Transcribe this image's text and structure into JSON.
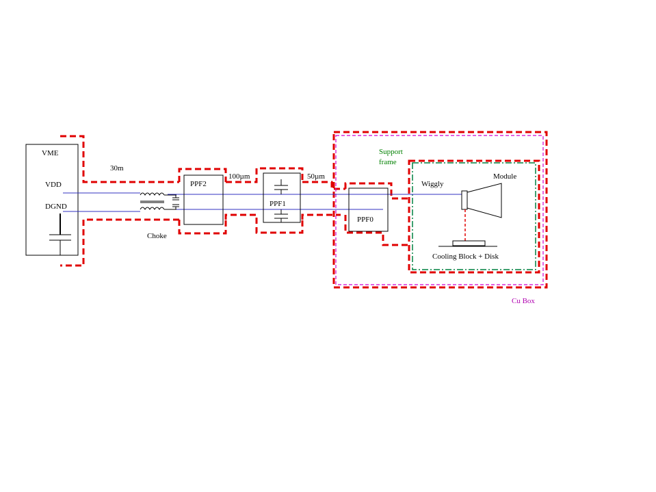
{
  "labels": {
    "vme": "VME",
    "vdd": "VDD",
    "dgnd": "DGND",
    "cable_length": "30m",
    "choke": "Choke",
    "ppf2": "PPF2",
    "gap_100": "100µm",
    "ppf1": "PPF1",
    "gap_50": "50µm",
    "ppf0": "PPF0",
    "support_frame_1": "Support",
    "support_frame_2": "frame",
    "wiggly": "Wiggly",
    "module": "Module",
    "cooling": "Cooling Block + Disk",
    "cu_box": "Cu Box"
  },
  "colors": {
    "shield": "#e00000",
    "signal": "#3030c0",
    "support_frame": "#008040",
    "cu_box": "#d000d0",
    "outline": "#000000"
  }
}
